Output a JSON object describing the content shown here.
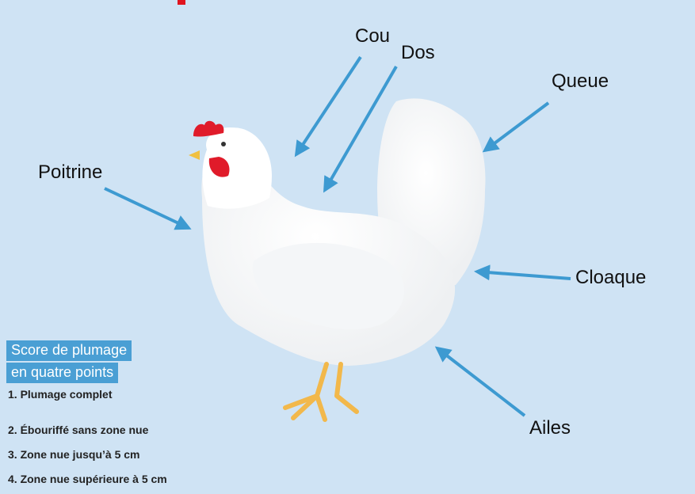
{
  "labels": {
    "cou": "Cou",
    "dos": "Dos",
    "queue": "Queue",
    "poitrine": "Poitrine",
    "cloaque": "Cloaque",
    "ailes": "Ailes"
  },
  "legend": {
    "title_line1": "Score de plumage",
    "title_line2": "en quatre points",
    "items": [
      "1. Plumage complet",
      "2. Ébouriffé sans zone nue",
      "3. Zone nue jusqu’à 5 cm",
      "4. Zone nue supérieure à 5 cm"
    ]
  },
  "colors": {
    "background": "#cfe3f4",
    "arrow": "#3d9ad1",
    "legend_box": "#4a9fd4",
    "accent_red": "#e0141e"
  }
}
